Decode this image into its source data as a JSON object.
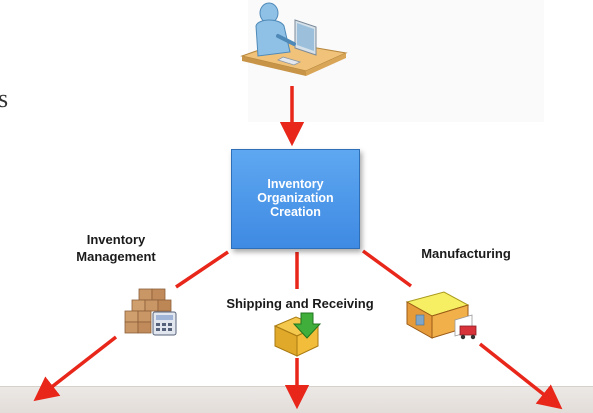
{
  "diagram": {
    "center_node": {
      "label": "Inventory\nOrganization\nCreation",
      "fill": "#4a96ea"
    },
    "branches": [
      {
        "label": "Inventory\nManagement",
        "icon": "boxes-calculator-icon"
      },
      {
        "label": "Shipping and Receiving",
        "icon": "box-down-arrow-icon"
      },
      {
        "label": "Manufacturing",
        "icon": "factory-truck-icon"
      }
    ],
    "top_icon": "user-at-computer-icon",
    "edge_glyph": "s",
    "arrow_color": "#e8261a"
  }
}
